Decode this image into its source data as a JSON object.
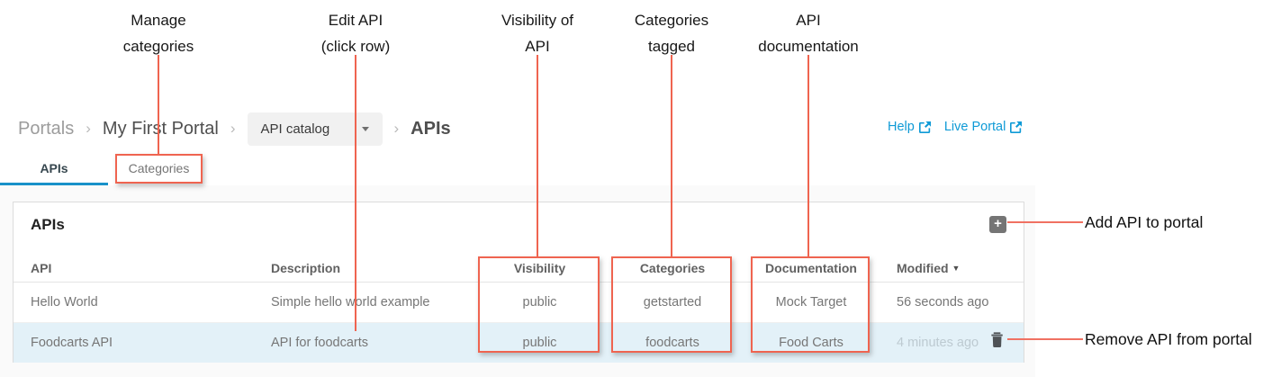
{
  "colors": {
    "annotation_red": "#ef6450",
    "link_blue": "#0e9ad6",
    "tab_underline_blue": "#1891c9",
    "row_highlight_blue": "#e3f1f8",
    "content_background": "#fafafa"
  },
  "annotations": {
    "top_callouts": [
      {
        "line1": "Manage",
        "line2": "categories"
      },
      {
        "line1": "Edit API",
        "line2": "(click row)"
      },
      {
        "line1": "Visibility of",
        "line2": "API"
      },
      {
        "line1": "Categories",
        "line2": "tagged"
      },
      {
        "line1": "API",
        "line2": "documentation"
      }
    ],
    "side_callouts": [
      {
        "label": "Add API to portal"
      },
      {
        "label": "Remove API from portal"
      }
    ]
  },
  "breadcrumb": {
    "root": "Portals",
    "separator": "›",
    "portal_name": "My First Portal",
    "dropdown_value": "API catalog",
    "current": "APIs"
  },
  "header_links": {
    "help": "Help",
    "live_portal": "Live Portal"
  },
  "tabs": {
    "apis": "APIs",
    "categories": "Categories"
  },
  "panel": {
    "title": "APIs",
    "add_button": "+"
  },
  "table": {
    "columns": [
      "API",
      "Description",
      "Visibility",
      "Categories",
      "Documentation",
      "Modified"
    ],
    "sort_column": "Modified",
    "sort_indicator": "▼",
    "rows": [
      {
        "api": "Hello World",
        "description": "Simple hello world example",
        "visibility": "public",
        "categories": "getstarted",
        "documentation": "Mock Target",
        "modified": "56 seconds ago"
      },
      {
        "api": "Foodcarts API",
        "description": "API for foodcarts",
        "visibility": "public",
        "categories": "foodcarts",
        "documentation": "Food Carts",
        "modified": "4 minutes ago"
      }
    ]
  }
}
